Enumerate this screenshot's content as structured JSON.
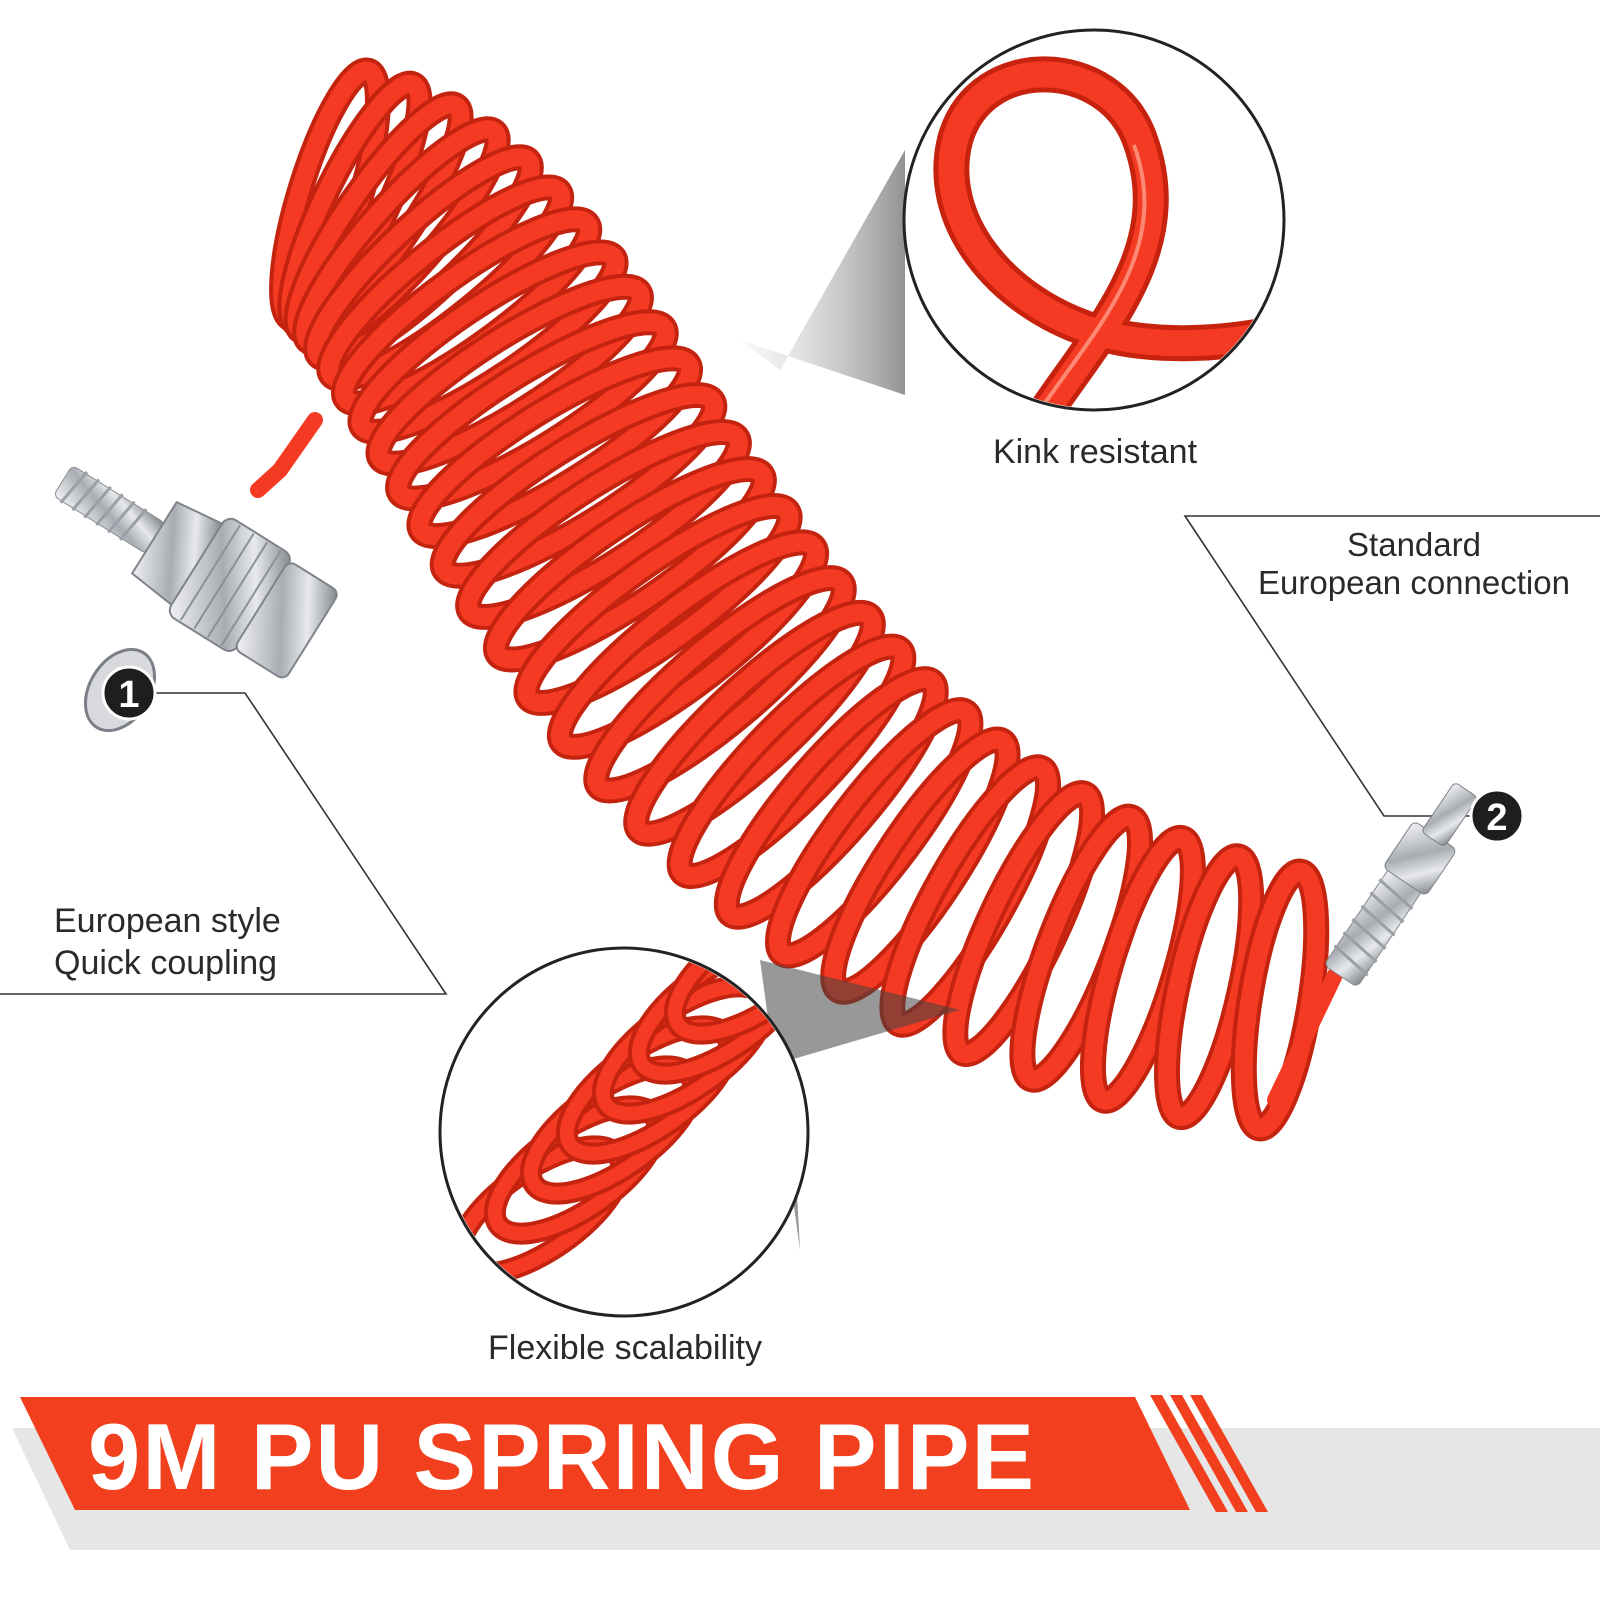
{
  "callouts": {
    "kink": {
      "text": "Kink resistant"
    },
    "standard": {
      "line1": "Standard",
      "line2": "European connection"
    },
    "european": {
      "line1": "European style",
      "line2": "Quick coupling"
    },
    "flexible": {
      "text": "Flexible scalability"
    }
  },
  "badges": {
    "one": "1",
    "two": "2"
  },
  "banner": {
    "title": "9M PU SPRING PIPE"
  },
  "colors": {
    "hose_red": "#f43a22",
    "hose_dark": "#c4230f",
    "banner_red": "#f2401f",
    "banner_shadow": "#e6e6e6",
    "metal": "#c9ccd1",
    "badge": "#1e1e1e"
  },
  "icons": [
    "coiled-hose-image",
    "quick-coupler-fitting",
    "male-plug-fitting",
    "kink-loop-zoom",
    "coil-zoom"
  ]
}
